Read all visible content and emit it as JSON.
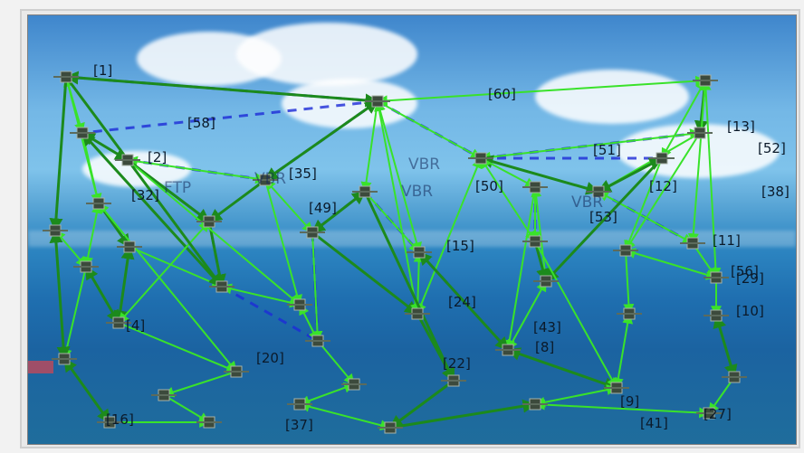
{
  "labels": {
    "n1": "[1]",
    "n2": "[2]",
    "n4": "[4]",
    "n8": "[8]",
    "n9": "[9]",
    "n10": "[10]",
    "n11": "[11]",
    "n12": "[12]",
    "n13": "[13]",
    "n15": "[15]",
    "n16": "[16]",
    "n20": "[20]",
    "n22": "[22]",
    "n24": "[24]",
    "n27": "[27]",
    "n29": "[29]",
    "n32": "[32]",
    "n35": "[35]",
    "n37": "[37]",
    "n38": "[38]",
    "n41": "[41]",
    "n43": "[43]",
    "n49": "[49]",
    "n50": "[50]",
    "n51": "[51]",
    "n52": "[52]",
    "n53": "[53]",
    "n56": "[56]",
    "n58": "[58]",
    "n60": "[60]"
  },
  "overlay_text": {
    "vbr1": "VBR",
    "vbr2": "VBR",
    "vbr3": "VBR",
    "ftp": "FTP",
    "vbr_top": "VBR"
  },
  "colors": {
    "link_primary": "#1c8a1c",
    "link_secondary": "#39e22a",
    "link_dashed": "#1d2bd8",
    "node_fill": "#3c4a3c"
  }
}
